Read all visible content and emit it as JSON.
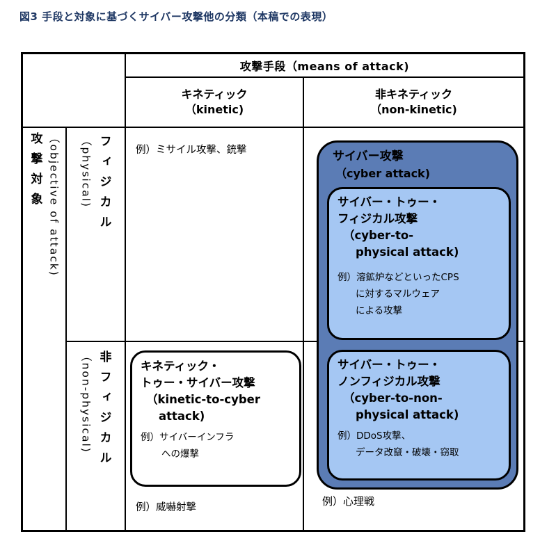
{
  "figure_title": "図3 手段と対象に基づくサイバー攻撃他の分類（本稿での表現）",
  "colors": {
    "title_text": "#1f3864",
    "cyber_box_fill": "#5b7cb5",
    "inner_box_fill": "#a5c7f3",
    "border": "#000000"
  },
  "headers": {
    "means": "攻撃手段（means of attack)",
    "kinetic_ja": "キネティック",
    "kinetic_en": "（kinetic)",
    "non_kinetic_ja": "非キネティック",
    "non_kinetic_en": "（non-kinetic)",
    "objective_ja": "攻撃対象",
    "objective_en": "（objective of attack)",
    "physical_ja": "フィジカル",
    "physical_en": "（physical)",
    "non_physical_ja": "非フィジカル",
    "non_physical_en": "（non-physical)"
  },
  "cells": {
    "kinetic_physical_example": "例）ミサイル攻撃、銃撃",
    "kinetic_footer_example": "例）威嚇射撃",
    "non_kinetic_footer_example": "例）心理戦"
  },
  "cyber_attack_box": {
    "title_ja": "サイバー攻撃",
    "title_en": "（cyber attack)",
    "cyber_to_physical": {
      "title_lines": [
        "サイバー・トゥー・",
        "フィジカル攻撃",
        "（cyber-to-",
        "physical attack)"
      ],
      "example_lines": [
        "例）溶鉱炉などといったCPS",
        "に対するマルウェア",
        "による攻撃"
      ]
    },
    "cyber_to_non_physical": {
      "title_lines": [
        "サイバー・トゥー・",
        "ノンフィジカル攻撃",
        "（cyber-to-non-",
        "physical attack)"
      ],
      "example_lines": [
        "例）DDoS攻撃、",
        "データ改竄・破壊・窃取"
      ]
    }
  },
  "kinetic_to_cyber_box": {
    "title_lines": [
      "キネティック・",
      "トゥー・サイバー攻撃",
      "（kinetic-to-cyber",
      "attack)"
    ],
    "example_lines": [
      "例）サイバーインフラ",
      "への爆撃"
    ]
  }
}
